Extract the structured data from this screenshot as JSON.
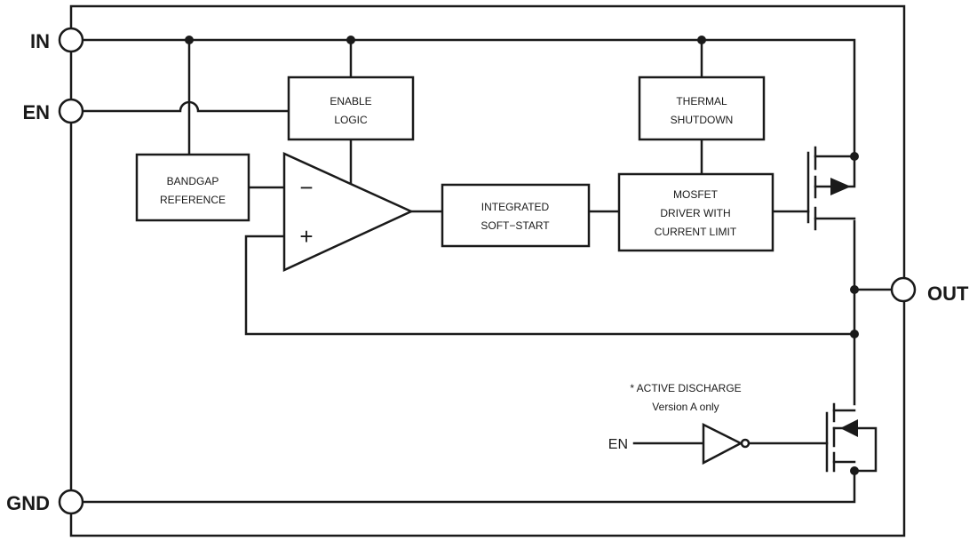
{
  "pins": {
    "in": "IN",
    "en": "EN",
    "gnd": "GND",
    "out": "OUT"
  },
  "blocks": {
    "enable_logic": [
      "ENABLE",
      "LOGIC"
    ],
    "bandgap_reference": [
      "BANDGAP",
      "REFERENCE"
    ],
    "thermal_shutdown": [
      "THERMAL",
      "SHUTDOWN"
    ],
    "integrated_soft_start": [
      "INTEGRATED",
      "SOFT−START"
    ],
    "mosfet_driver": [
      "MOSFET",
      "DRIVER WITH",
      "CURRENT LIMIT"
    ]
  },
  "amplifier": {
    "inverting_symbol": "−",
    "non_inverting_symbol": "+"
  },
  "discharge": {
    "note_line1": "* ACTIVE DISCHARGE",
    "note_line2": "Version A only",
    "enable_input": "EN"
  }
}
